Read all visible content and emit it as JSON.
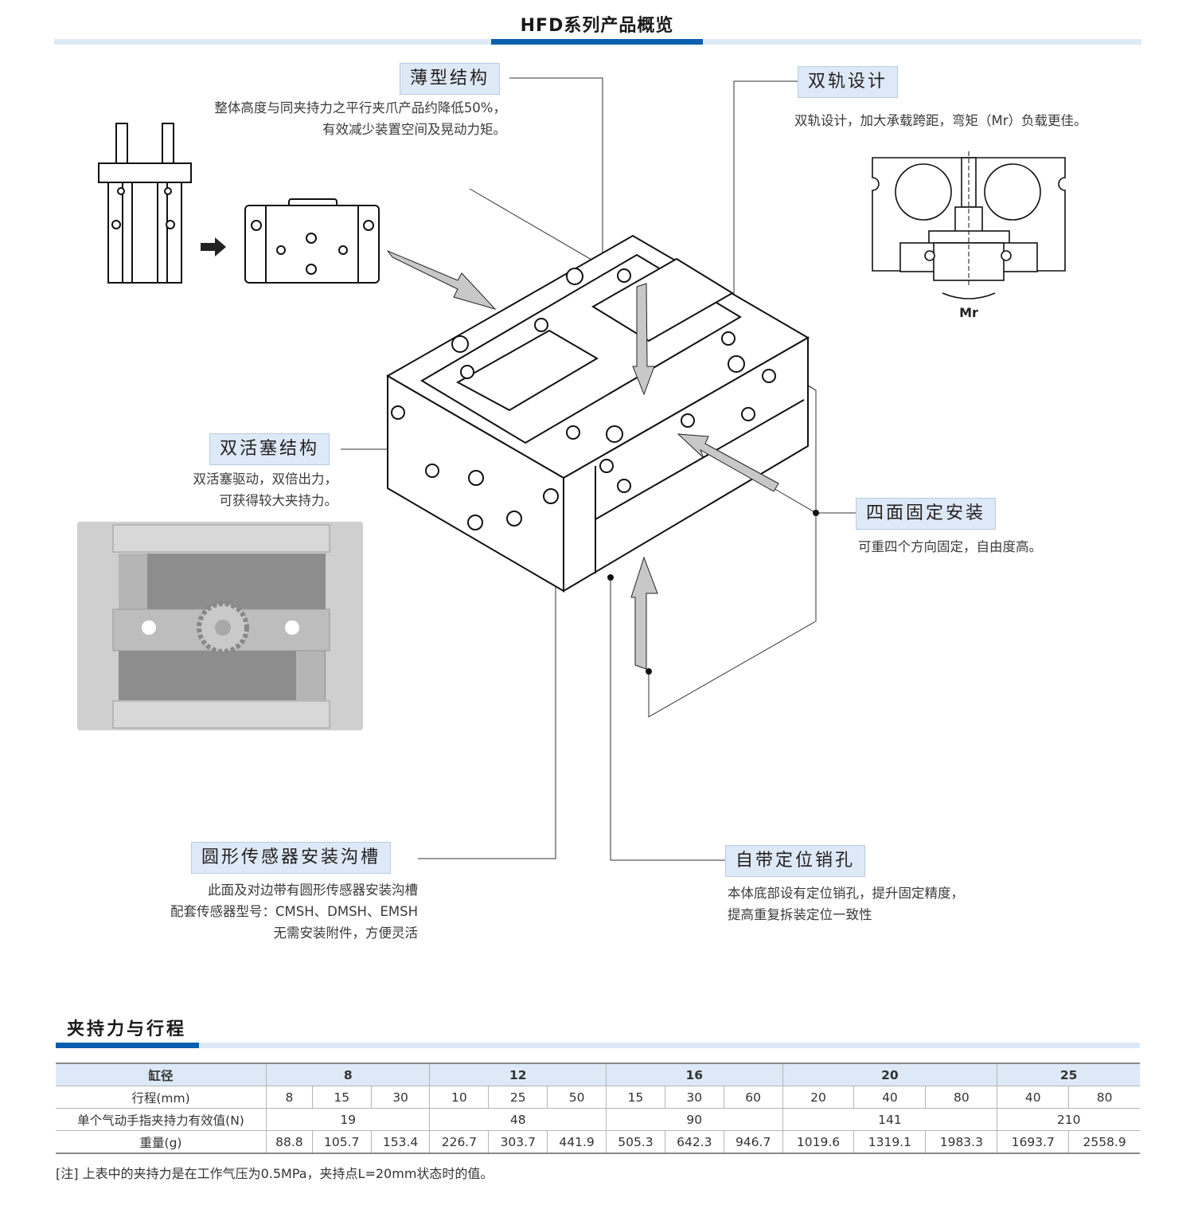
{
  "header": {
    "title": "HFD系列产品概览"
  },
  "features": [
    {
      "id": "thin",
      "label": "薄型结构",
      "desc": [
        "整体高度与同夹持力之平行夹爪产品约降低50%，",
        "有效减少装置空间及晃动力矩。"
      ]
    },
    {
      "id": "dual-rail",
      "label": "双轨设计",
      "desc": [
        "双轨设计，加大承载跨距，弯矩（Mr）负载更佳。"
      ]
    },
    {
      "id": "dual-piston",
      "label": "双活塞结构",
      "desc": [
        "双活塞驱动，双倍出力，",
        "可获得较大夹持力。"
      ]
    },
    {
      "id": "four-side",
      "label": "四面固定安装",
      "desc": [
        "可重四个方向固定，自由度高。"
      ]
    },
    {
      "id": "sensor-groove",
      "label": "圆形传感器安装沟槽",
      "desc": [
        "此面及对边带有圆形传感器安装沟槽",
        "配套传感器型号：CMSH、DMSH、EMSH",
        "无需安装附件，方便灵活"
      ]
    },
    {
      "id": "pin-hole",
      "label": "自带定位销孔",
      "desc": [
        "本体底部设有定位销孔，提升固定精度，",
        "提高重复拆装定位一致性"
      ]
    }
  ],
  "diagram": {
    "moment_label": "Mr"
  },
  "spec_section": {
    "title": "夹持力与行程",
    "row_labels": [
      "缸径",
      "行程(mm)",
      "单个气动手指夹持力有效值(N)",
      "重量(g)"
    ],
    "bores": [
      {
        "bore": "8",
        "force": "19",
        "strokes": [
          "8",
          "15",
          "30"
        ],
        "weights": [
          "88.8",
          "105.7",
          "153.4"
        ]
      },
      {
        "bore": "12",
        "force": "48",
        "strokes": [
          "10",
          "25",
          "50"
        ],
        "weights": [
          "226.7",
          "303.7",
          "441.9"
        ]
      },
      {
        "bore": "16",
        "force": "90",
        "strokes": [
          "15",
          "30",
          "60"
        ],
        "weights": [
          "505.3",
          "642.3",
          "946.7"
        ]
      },
      {
        "bore": "20",
        "force": "141",
        "strokes": [
          "20",
          "40",
          "80"
        ],
        "weights": [
          "1019.6",
          "1319.1",
          "1983.3"
        ]
      },
      {
        "bore": "25",
        "force": "210",
        "strokes": [
          "40",
          "80"
        ],
        "weights": [
          "1693.7",
          "2558.9"
        ]
      }
    ],
    "note": "[注] 上表中的夹持力是在工作气压为0.5MPa，夹持点L=20mm状态时的值。"
  },
  "colors": {
    "accent": "#0a5fae",
    "label_bg": "#dde9f6",
    "arrow_fill": "#c8c8c8"
  }
}
